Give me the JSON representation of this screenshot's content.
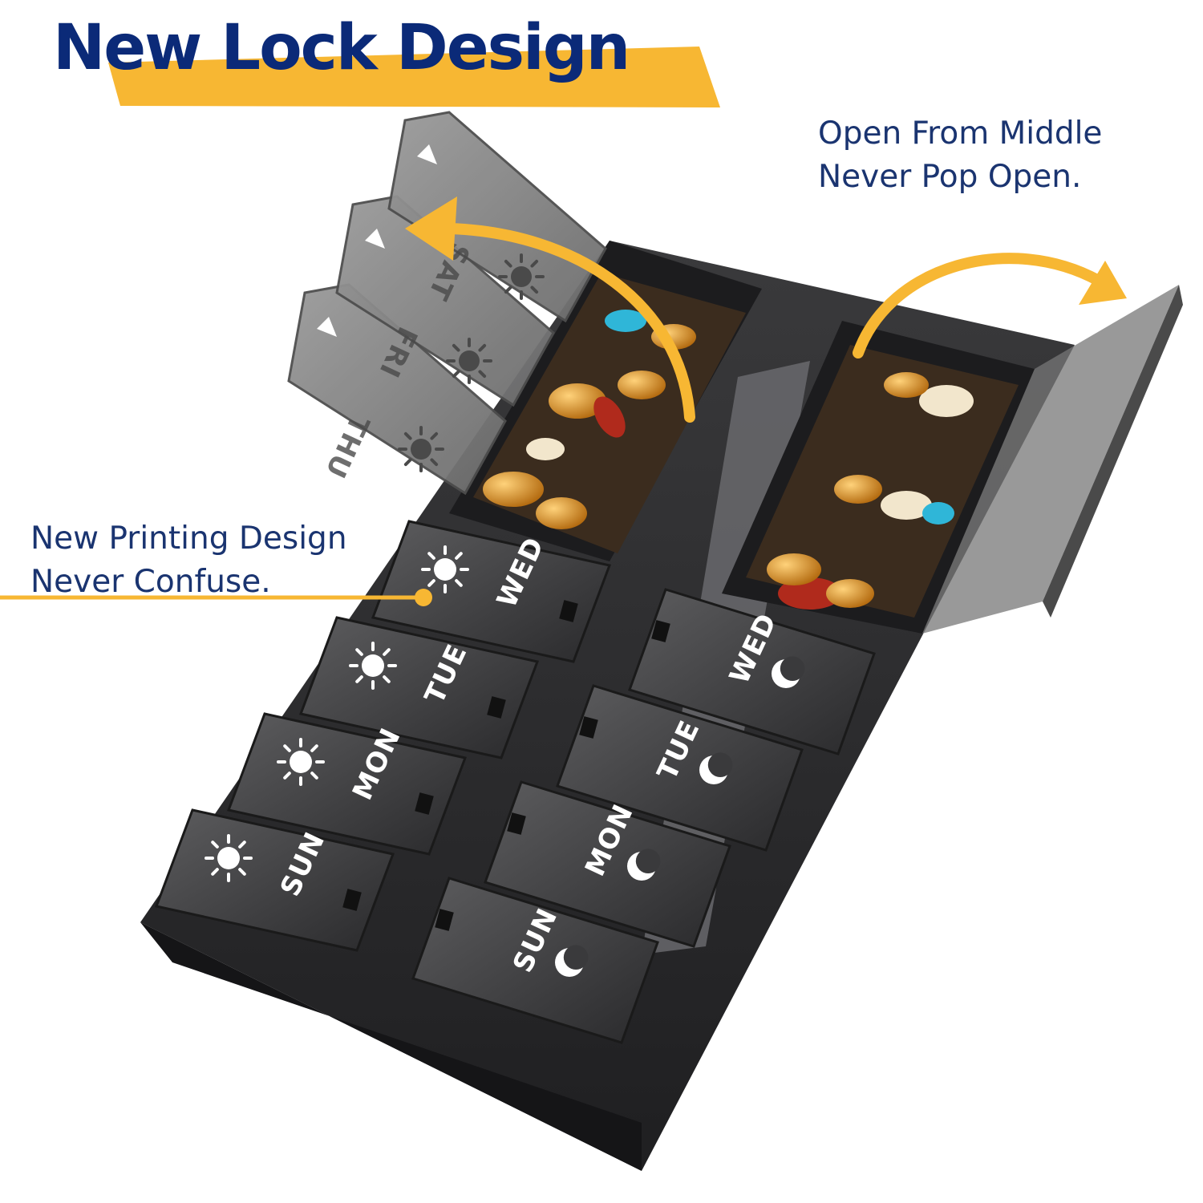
{
  "headline": "New Lock Design",
  "callouts": {
    "open_middle": [
      "Open From Middle",
      "Never Pop Open."
    ],
    "printing": [
      "New Printing Design",
      "Never Confuse."
    ]
  },
  "left_row": {
    "closed_lids": [
      "WED",
      "TUE",
      "MON",
      "SUN"
    ],
    "open_lids": [
      "THU",
      "FRI",
      "SAT"
    ],
    "icon": "sun-icon"
  },
  "right_row": {
    "closed_lids": [
      "WED",
      "TUE",
      "MON",
      "SUN"
    ],
    "icon": "moon-icon"
  },
  "colors": {
    "headline_text": "#0b2a78",
    "headline_band": "#f7b733",
    "callout_text": "#1a3470",
    "arrow": "#f7b733",
    "case": "#2f2f31",
    "lid_open": "#7d7d7d"
  }
}
